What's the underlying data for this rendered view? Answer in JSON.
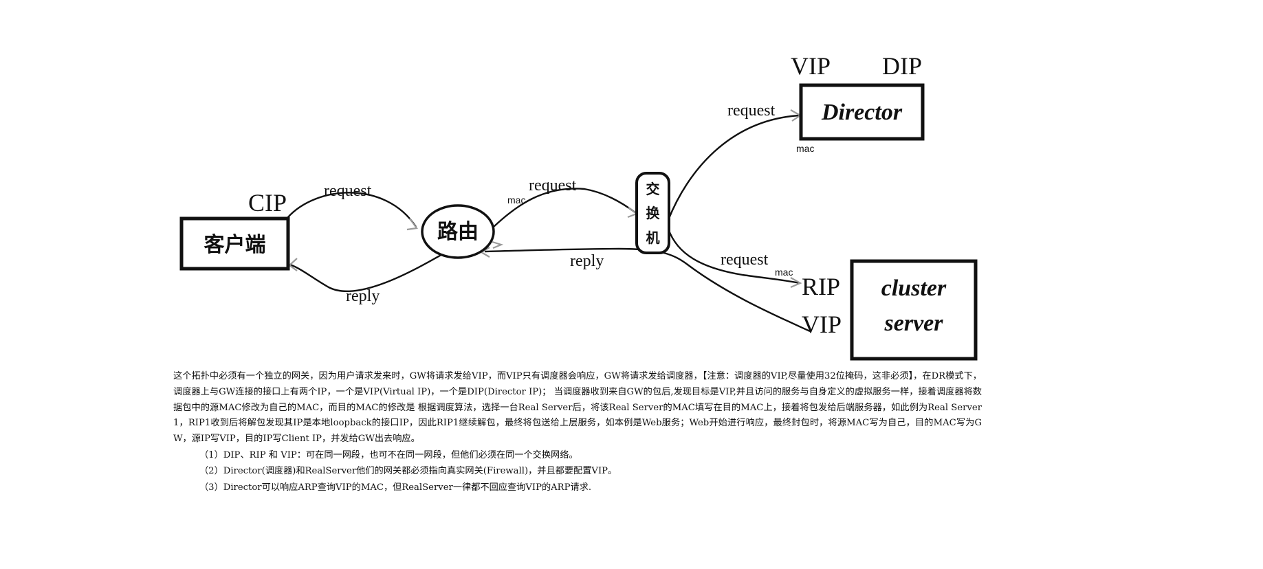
{
  "nodes": {
    "client": {
      "label": "客户端",
      "ip_label": "CIP"
    },
    "router": {
      "label": "路由"
    },
    "switch": {
      "chars": [
        "交",
        "换",
        "机"
      ]
    },
    "director": {
      "label": "Director",
      "ip_left": "VIP",
      "ip_right": "DIP",
      "mac_label": "mac"
    },
    "cluster": {
      "line1": "cluster",
      "line2": "server",
      "ip_top": "RIP",
      "ip_bottom": "VIP"
    }
  },
  "edges": {
    "client_router_request": "request",
    "router_client_reply": "reply",
    "router_switch_request": "request",
    "router_switch_mac": "mac",
    "switch_director_request": "request",
    "switch_cluster_request": "request",
    "switch_cluster_mac": "mac",
    "cluster_router_reply": "reply"
  },
  "notes": {
    "paragraph": "这个拓扑中必须有一个独立的网关，因为用户请求发来时，GW将请求发给VIP，而VIP只有调度器会响应，GW将请求发给调度器，【注意：调度器的VIP,尽量使用32位掩码，这非必须】，在DR模式下，调度器上与GW连接的接口上有两个IP，一个是VIP(Virtual IP)，一个是DIP(Director IP)；  当调度器收到来自GW的包后,发现目标是VIP,并且访问的服务与自身定义的虚拟服务一样，接着调度器将数据包中的源MAC修改为自己的MAC，而目的MAC的修改是 根据调度算法，选择一台Real Server后，将该Real Server的MAC填写在目的MAC上，接着将包发给后端服务器，如此例为Real Server 1，RIP1收到后将解包发现其IP是本地loopback的接口IP，因此RIP1继续解包，最终将包送给上层服务，如本例是Web服务；Web开始进行响应，最终封包时，将源MAC写为自己，目的MAC写为GW，源IP写VIP，目的IP写Client IP，并发给GW出去响应。",
    "items": [
      "（1）DIP、RIP 和 VIP：可在同一网段，也可不在同一网段，但他们必须在同一个交换网络。",
      "（2）Director(调度器)和RealServer他们的网关都必须指向真实网关(Firewall)，并且都要配置VIP。",
      "（3）Director可以响应ARP查询VIP的MAC，但RealServer一律都不回应查询VIP的ARP请求."
    ]
  }
}
